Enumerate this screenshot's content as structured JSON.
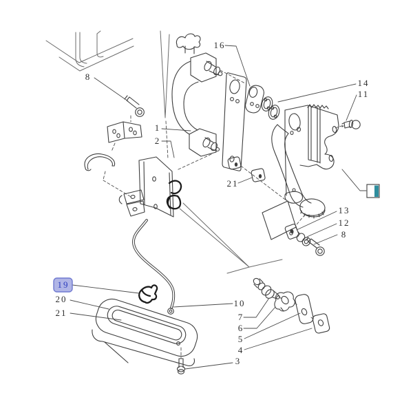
{
  "figure_type": "exploded-parts-diagram",
  "colors": {
    "background": "#ffffff",
    "line": "#3d3d3d",
    "highlight_fill": "#b0b5e6",
    "highlight_border": "#6f79d0",
    "highlight_text": "#2a3bbd",
    "link_box_fill": "#2f8e9e"
  },
  "callouts": {
    "c8_top": {
      "text": "8"
    },
    "c1": {
      "text": "1"
    },
    "c2": {
      "text": "2"
    },
    "c16": {
      "text": "16"
    },
    "c14": {
      "text": "14"
    },
    "c11": {
      "text": "11"
    },
    "c21_mid": {
      "text": "21"
    },
    "c13": {
      "text": "13"
    },
    "c12": {
      "text": "12"
    },
    "c8_right": {
      "text": "8"
    },
    "c19": {
      "text": "19",
      "highlighted": true
    },
    "c20": {
      "text": "20"
    },
    "c21_left": {
      "text": "21"
    },
    "c10": {
      "text": "10"
    },
    "c7": {
      "text": "7"
    },
    "c6": {
      "text": "6"
    },
    "c5": {
      "text": "5"
    },
    "c4": {
      "text": "4"
    },
    "c3": {
      "text": "3"
    }
  }
}
